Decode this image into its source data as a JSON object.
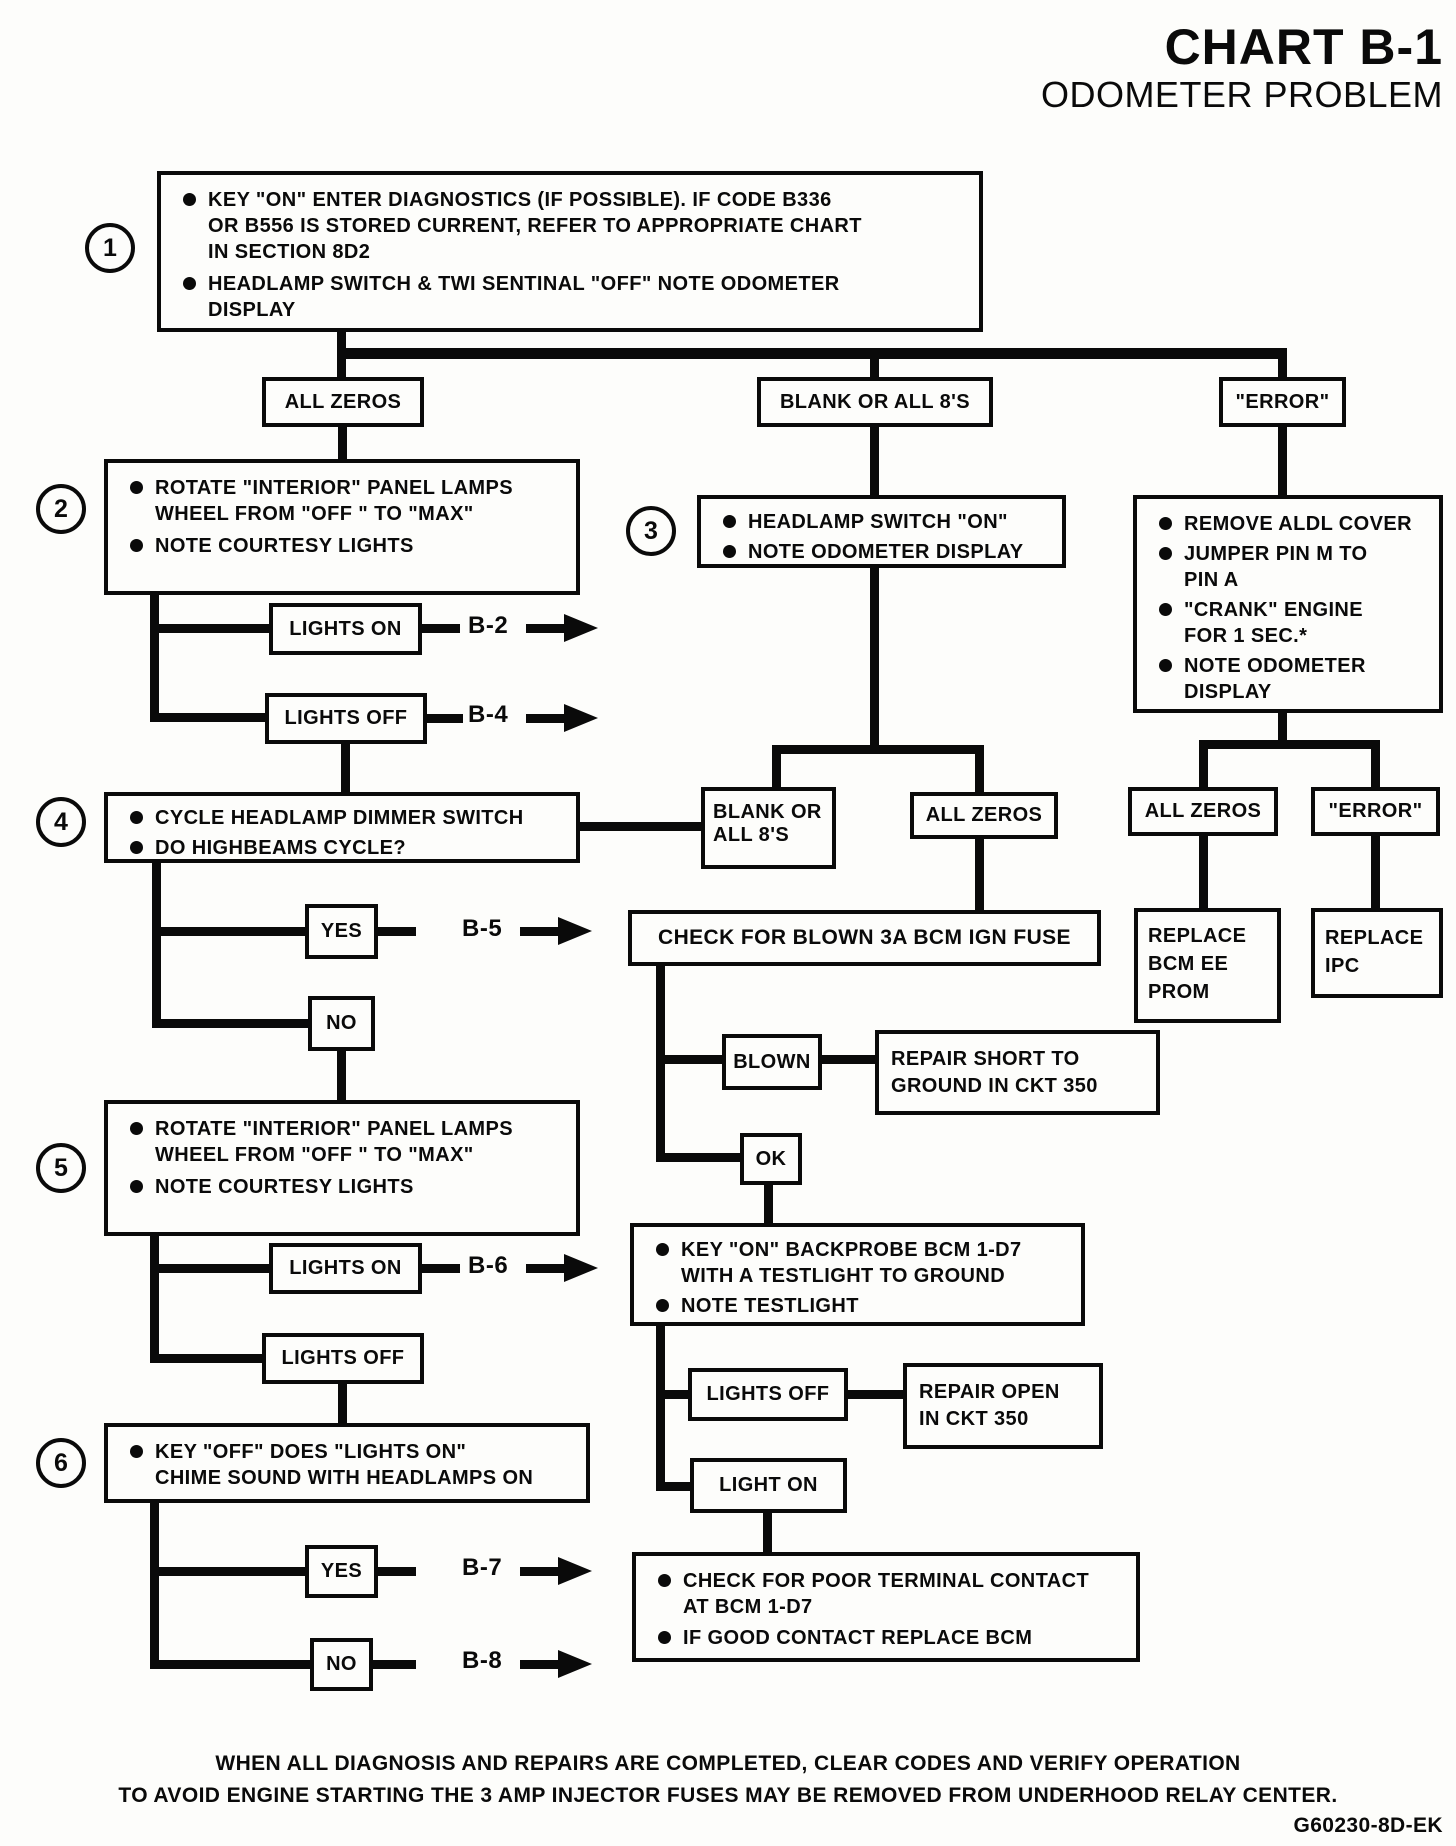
{
  "header": {
    "title": "CHART B-1",
    "subtitle": "ODOMETER PROBLEM"
  },
  "steps": {
    "s1": {
      "num": "1",
      "bullets": [
        "KEY \"ON\" ENTER DIAGNOSTICS (IF POSSIBLE). IF CODE B336\nOR B556 IS STORED CURRENT, REFER TO APPROPRIATE CHART\nIN SECTION 8D2",
        "HEADLAMP SWITCH & TWI SENTINAL \"OFF\" NOTE ODOMETER\nDISPLAY"
      ]
    },
    "s2": {
      "num": "2",
      "bullets": [
        "ROTATE \"INTERIOR\" PANEL LAMPS\nWHEEL FROM \"OFF \" TO \"MAX\"",
        "NOTE COURTESY LIGHTS"
      ]
    },
    "s3": {
      "num": "3",
      "bullets": [
        "HEADLAMP SWITCH \"ON\"",
        "NOTE ODOMETER DISPLAY"
      ]
    },
    "s4": {
      "num": "4",
      "bullets": [
        "CYCLE HEADLAMP DIMMER SWITCH",
        "DO HIGHBEAMS CYCLE?"
      ]
    },
    "s5": {
      "num": "5",
      "bullets": [
        "ROTATE \"INTERIOR\" PANEL LAMPS\nWHEEL FROM \"OFF \" TO \"MAX\"",
        "NOTE COURTESY LIGHTS"
      ]
    },
    "s6": {
      "num": "6",
      "bullets": [
        "KEY \"OFF\" DOES \"LIGHTS ON\"\nCHIME SOUND WITH HEADLAMPS ON"
      ]
    }
  },
  "nodes": {
    "all_zeros_1": "ALL ZEROS",
    "blank_or_8s_1": "BLANK OR ALL 8'S",
    "error_1": "\"ERROR\"",
    "aldl": {
      "bullets": [
        "REMOVE ALDL COVER",
        "JUMPER PIN M TO\nPIN A",
        "\"CRANK\" ENGINE\nFOR 1 SEC.*",
        "NOTE ODOMETER\nDISPLAY"
      ]
    },
    "lights_on_1": "LIGHTS ON",
    "lights_off_1": "LIGHTS OFF",
    "blank_or_8s_2": "BLANK OR\nALL 8'S",
    "all_zeros_2": "ALL ZEROS",
    "all_zeros_3": "ALL ZEROS",
    "error_2": "\"ERROR\"",
    "replace_bcm": "REPLACE\nBCM EE\nPROM",
    "replace_ipc": "REPLACE\nIPC",
    "yes_1": "YES",
    "no_1": "NO",
    "fuse_check": "CHECK FOR BLOWN 3A BCM IGN FUSE",
    "blown": "BLOWN",
    "repair_short": "REPAIR SHORT TO\nGROUND IN CKT 350",
    "ok": "OK",
    "backprobe": {
      "bullets": [
        "KEY \"ON\" BACKPROBE BCM 1-D7\nWITH A TESTLIGHT TO GROUND",
        "NOTE TESTLIGHT"
      ]
    },
    "lights_off_3": "LIGHTS OFF",
    "repair_open": "REPAIR OPEN\nIN CKT 350",
    "light_on": "LIGHT ON",
    "terminal": {
      "bullets": [
        "CHECK FOR POOR TERMINAL CONTACT\nAT BCM 1-D7",
        "IF GOOD CONTACT REPLACE BCM"
      ]
    },
    "lights_on_2": "LIGHTS ON",
    "lights_off_2": "LIGHTS OFF",
    "yes_2": "YES",
    "no_2": "NO"
  },
  "connectors": {
    "b2": "B-2",
    "b4": "B-4",
    "b5": "B-5",
    "b6": "B-6",
    "b7": "B-7",
    "b8": "B-8"
  },
  "footer": {
    "line1": "WHEN ALL DIAGNOSIS AND REPAIRS ARE COMPLETED, CLEAR CODES AND VERIFY OPERATION",
    "line2": "TO AVOID ENGINE STARTING THE 3 AMP INJECTOR FUSES MAY BE REMOVED FROM UNDERHOOD RELAY CENTER.",
    "code": "G60230-8D-EK"
  }
}
